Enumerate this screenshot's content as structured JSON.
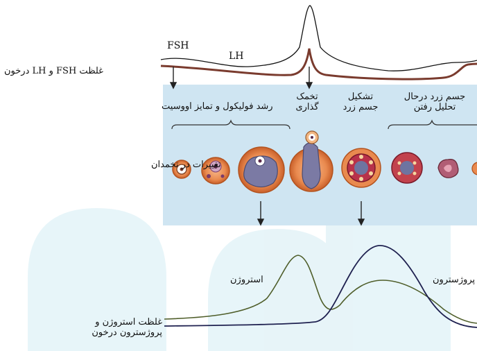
{
  "hormones": {
    "fsh_label": "FSH",
    "lh_label": "LH",
    "row_label": "غلظت FSH و LH درخون"
  },
  "ovary": {
    "row_label": "تغییرات در تخمدان",
    "phase_follicular": "رشد فولیکول و تمایز اووسیت",
    "phase_ovulation_line1": "تخمک",
    "phase_ovulation_line2": "گذاری",
    "phase_corpus_line1": "تشکیل",
    "phase_corpus_line2": "جسم زرد",
    "phase_regress_line1": "جسم زرد درحال",
    "phase_regress_line2": "تحلیل رفتن"
  },
  "steroids": {
    "estrogen_label": "استروژن",
    "progesterone_label": "پروژسترون",
    "row_label_line1": "غلظت استروژن و",
    "row_label_line2": "پروژسترون درخون"
  },
  "colors": {
    "fsh_curve": "#111111",
    "lh_curve": "#7a3b2e",
    "ovary_band": "#cfe5f2",
    "estrogen_curve": "#4f5e2a",
    "progesterone_curve": "#1f2150",
    "watermark": "#d4ecf4"
  }
}
